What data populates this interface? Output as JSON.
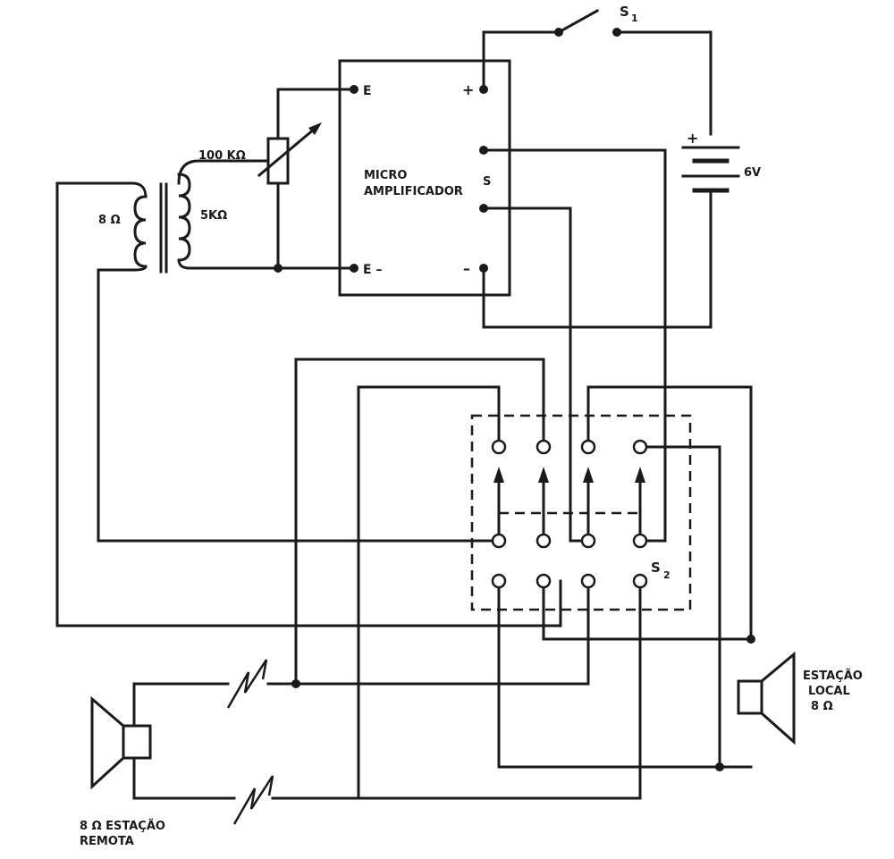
{
  "labels": {
    "switch1": "S",
    "switch1_sub": "1",
    "battery": "6V",
    "battery_plus": "+",
    "pot": "100 KΩ",
    "primary": "8 Ω",
    "secondary": "5KΩ",
    "amp_line1": "MICRO",
    "amp_line2": "AMPLIFICADOR",
    "in_pos": "E",
    "in_neg": "E –",
    "out_pos": "+",
    "out_s": "S",
    "out_neg": "–",
    "switch2": "S",
    "switch2_sub": "2",
    "local_line1": "ESTAÇÃO",
    "local_line2": "LOCAL",
    "local_line3": "8 Ω",
    "remote_line1": "8 Ω  ESTAÇÃO",
    "remote_line2": "REMOTA"
  }
}
